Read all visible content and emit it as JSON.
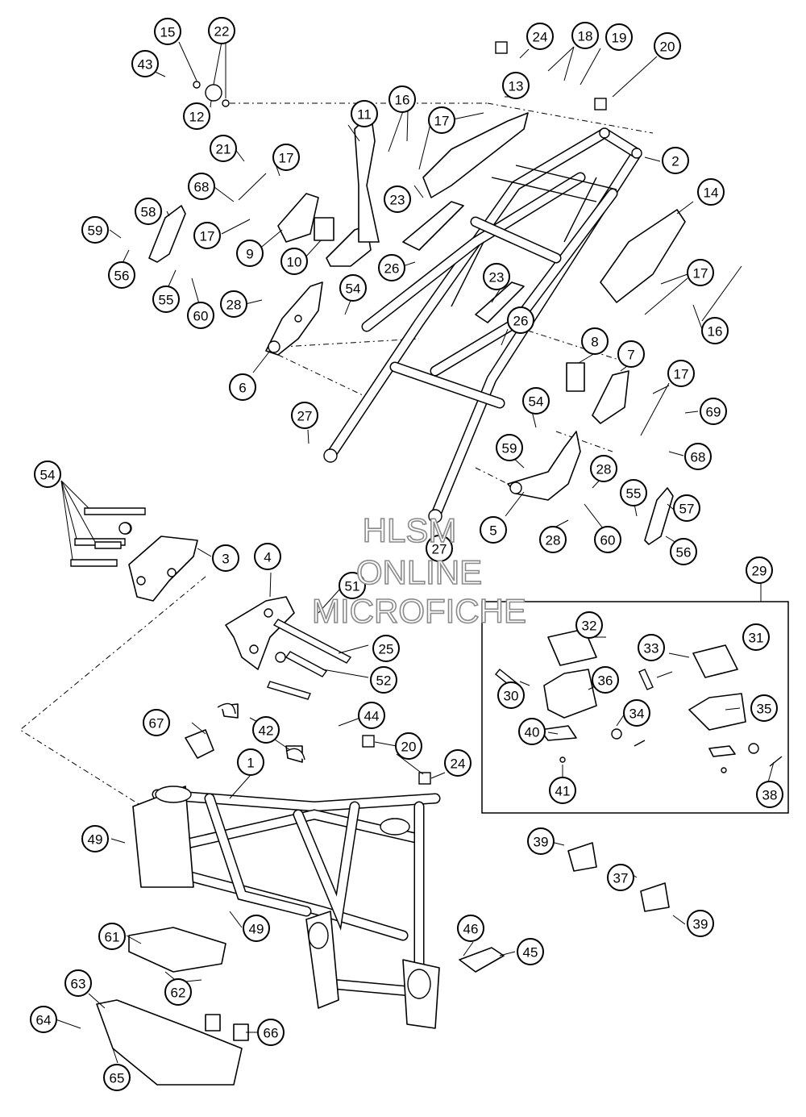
{
  "watermark": {
    "line1": "HLSM",
    "line2": "ONLINE",
    "line3": "MICROFICHE"
  },
  "callouts": [
    {
      "label": "1"
    },
    {
      "label": "2"
    },
    {
      "label": "3"
    },
    {
      "label": "4"
    },
    {
      "label": "5"
    },
    {
      "label": "6"
    },
    {
      "label": "7"
    },
    {
      "label": "8"
    },
    {
      "label": "9"
    },
    {
      "label": "10"
    },
    {
      "label": "11"
    },
    {
      "label": "12"
    },
    {
      "label": "13"
    },
    {
      "label": "14"
    },
    {
      "label": "15"
    },
    {
      "label": "16"
    },
    {
      "label": "16"
    },
    {
      "label": "17"
    },
    {
      "label": "17"
    },
    {
      "label": "17"
    },
    {
      "label": "17"
    },
    {
      "label": "17"
    },
    {
      "label": "18"
    },
    {
      "label": "19"
    },
    {
      "label": "20"
    },
    {
      "label": "20"
    },
    {
      "label": "21"
    },
    {
      "label": "22"
    },
    {
      "label": "23"
    },
    {
      "label": "23"
    },
    {
      "label": "24"
    },
    {
      "label": "24"
    },
    {
      "label": "25"
    },
    {
      "label": "26"
    },
    {
      "label": "26"
    },
    {
      "label": "27"
    },
    {
      "label": "27"
    },
    {
      "label": "28"
    },
    {
      "label": "28"
    },
    {
      "label": "28"
    },
    {
      "label": "29"
    },
    {
      "label": "30"
    },
    {
      "label": "31"
    },
    {
      "label": "32"
    },
    {
      "label": "33"
    },
    {
      "label": "34"
    },
    {
      "label": "35"
    },
    {
      "label": "36"
    },
    {
      "label": "37"
    },
    {
      "label": "38"
    },
    {
      "label": "39"
    },
    {
      "label": "39"
    },
    {
      "label": "40"
    },
    {
      "label": "41"
    },
    {
      "label": "42"
    },
    {
      "label": "43"
    },
    {
      "label": "44"
    },
    {
      "label": "45"
    },
    {
      "label": "46"
    },
    {
      "label": "49"
    },
    {
      "label": "49"
    },
    {
      "label": "51"
    },
    {
      "label": "52"
    },
    {
      "label": "54"
    },
    {
      "label": "54"
    },
    {
      "label": "54"
    },
    {
      "label": "55"
    },
    {
      "label": "55"
    },
    {
      "label": "56"
    },
    {
      "label": "56"
    },
    {
      "label": "57"
    },
    {
      "label": "58"
    },
    {
      "label": "59"
    },
    {
      "label": "59"
    },
    {
      "label": "60"
    },
    {
      "label": "60"
    },
    {
      "label": "61"
    },
    {
      "label": "62"
    },
    {
      "label": "63"
    },
    {
      "label": "64"
    },
    {
      "label": "65"
    },
    {
      "label": "66"
    },
    {
      "label": "67"
    },
    {
      "label": "68"
    },
    {
      "label": "68"
    },
    {
      "label": "69"
    }
  ]
}
